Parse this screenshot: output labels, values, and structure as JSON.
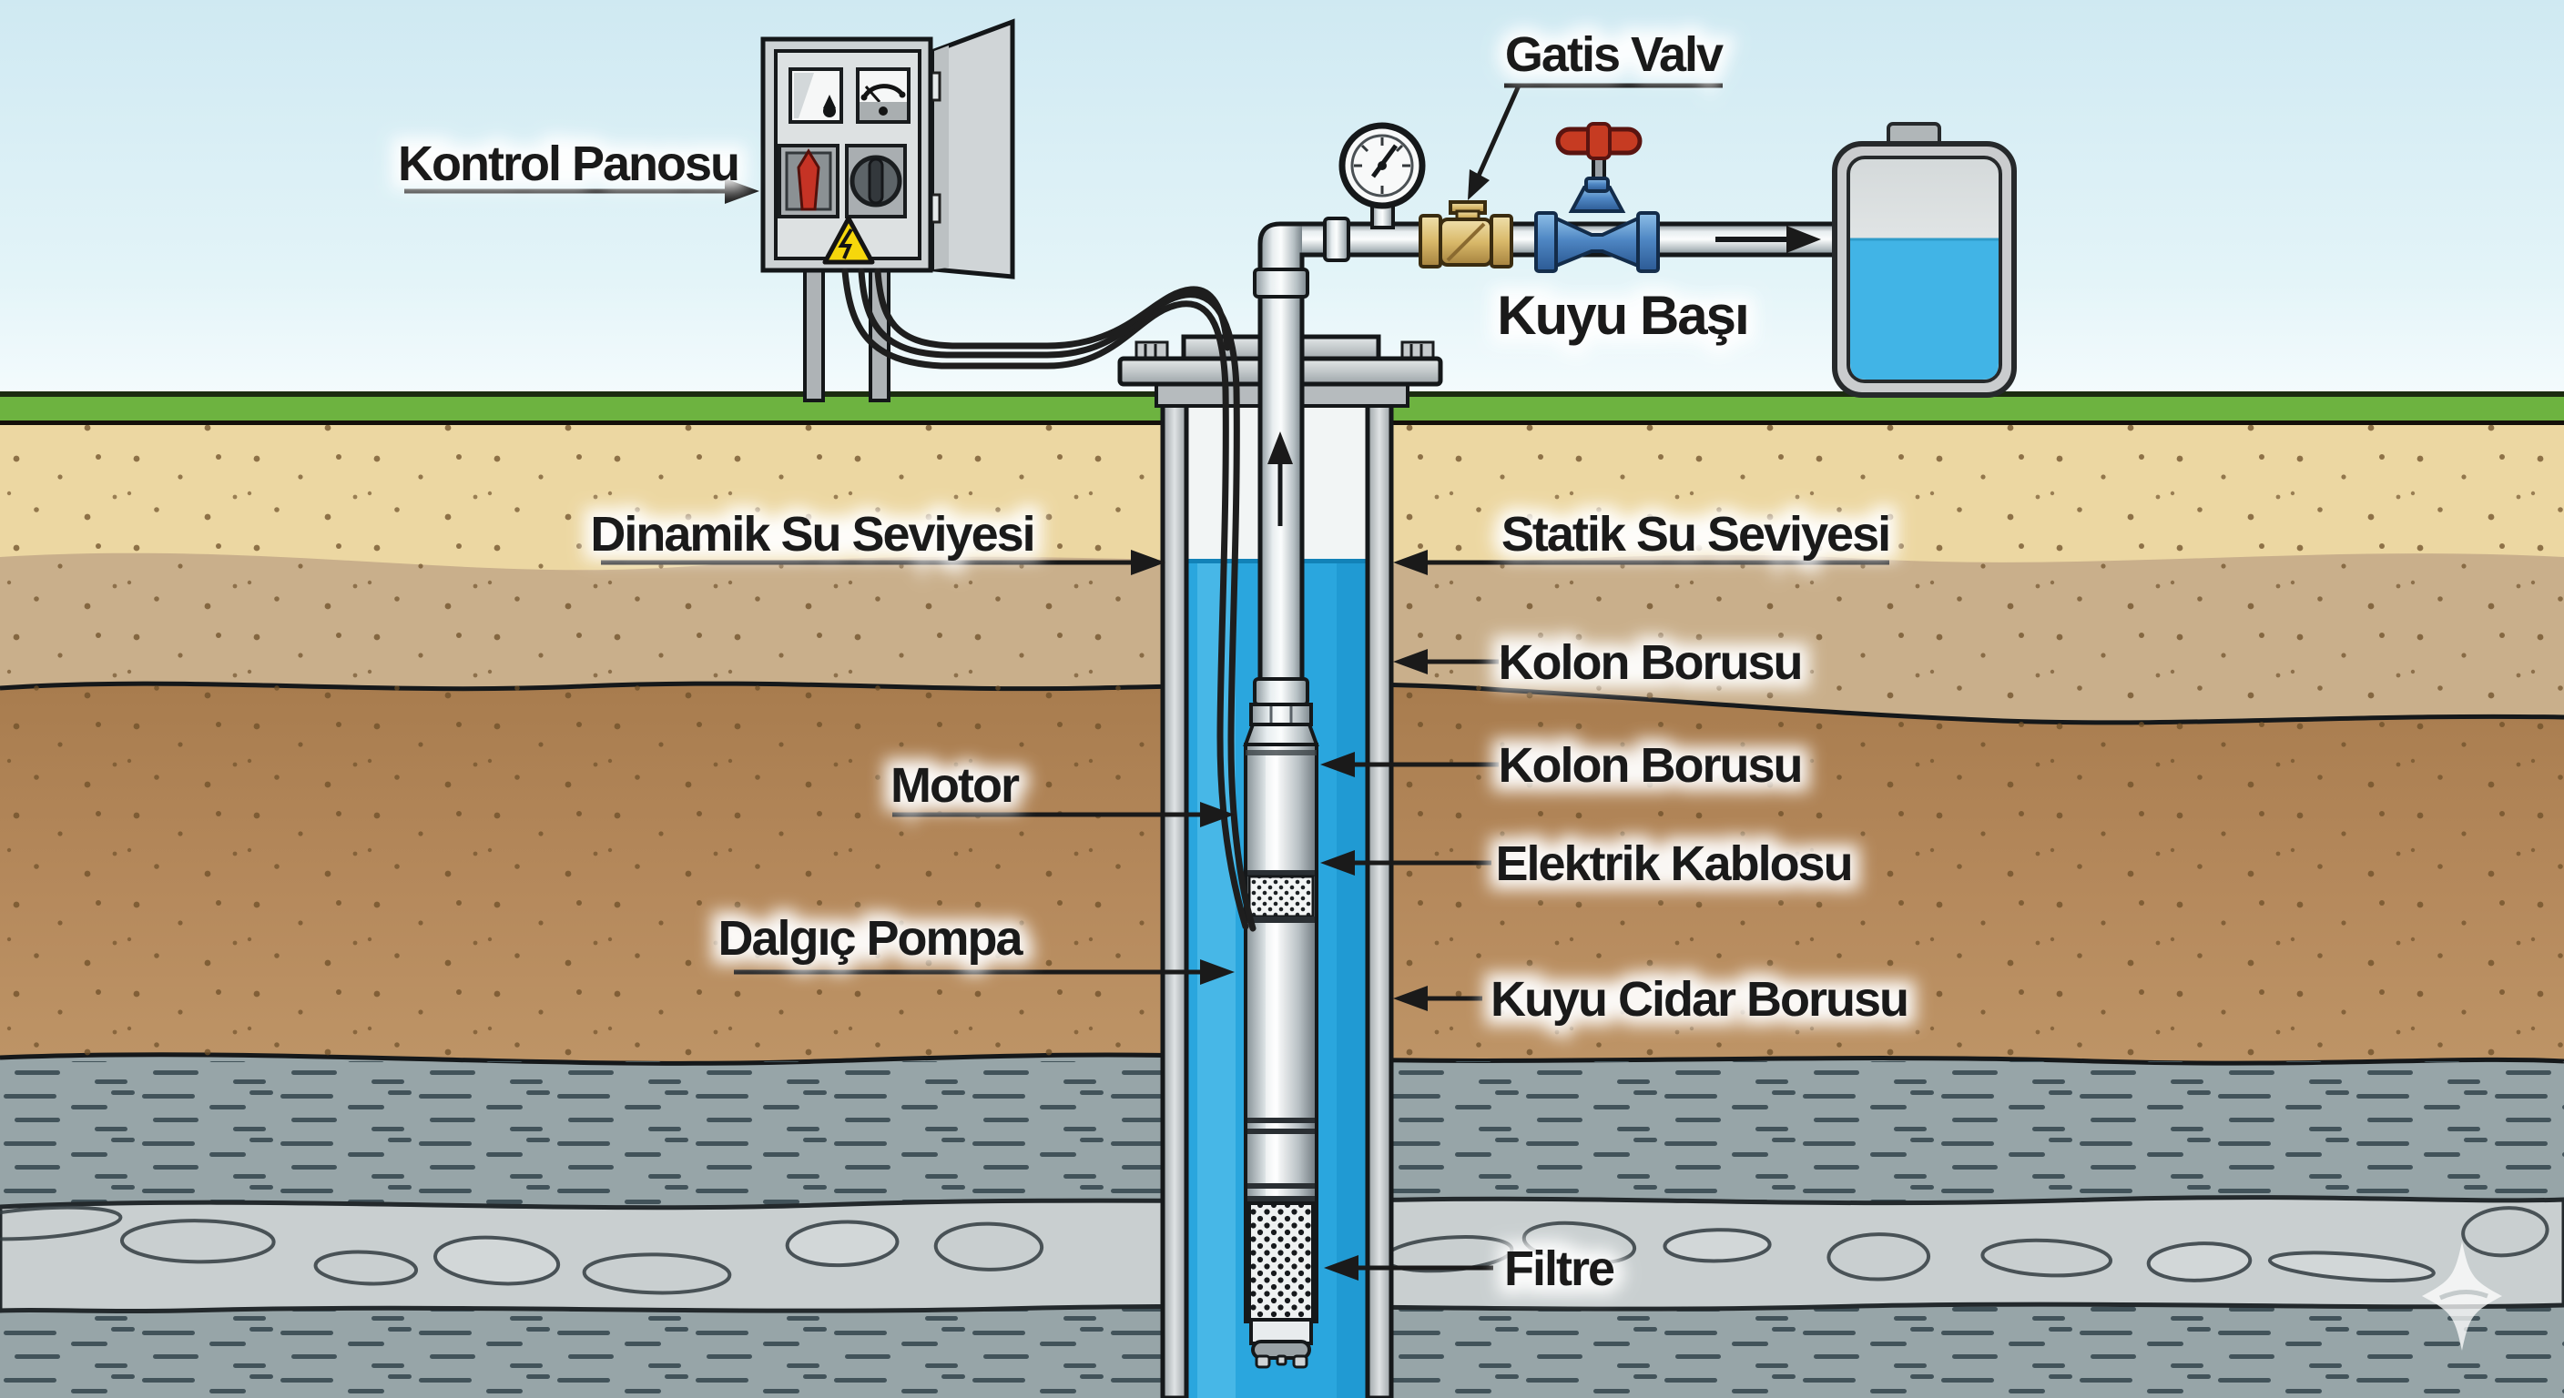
{
  "labels": {
    "kontrol_panosu": "Kontrol Panosu",
    "gatis_valv": "Gatis Valv",
    "kuyu_basi": "Kuyu Başı",
    "dinamik_su_seviyesi": "Dinamik Su Seviyesi",
    "statik_su_seviyesi": "Statik Su Seviyesi",
    "kolon_borusu_1": "Kolon Borusu",
    "kolon_borusu_2": "Kolon Borusu",
    "elektrik_kablosu": "Elektrik Kablosu",
    "kuyu_cidar_borusu": "Kuyu Cidar Borusu",
    "filtre": "Filtre",
    "motor": "Motor",
    "dalgic_pompa": "Dalgıç Pompa"
  },
  "colors": {
    "water": "#2aa6de",
    "tank_water": "#41b4e6",
    "grass": "#6db340",
    "sand": "#ecd7a2",
    "loam": "#c9af8b",
    "rock_gray": "#97a5a8",
    "stone_band": "#c9cfd0",
    "handwheel_red": "#c63b22",
    "valve_blue": "#4f87c4",
    "brass": "#d9b96a",
    "label_text": "#1a1a1a"
  },
  "icons": {
    "control_panel": "control-panel-box",
    "pressure_gauge": "pressure-gauge-icon",
    "check_valve": "brass-check-valve",
    "gate_valve": "blue-gate-valve",
    "storage_tank": "pressure-tank",
    "wellhead": "wellhead-flange",
    "pump": "submersible-pump",
    "filter": "filter-screen",
    "cables": "power-cables",
    "watermark": "sparkle-star-watermark"
  }
}
